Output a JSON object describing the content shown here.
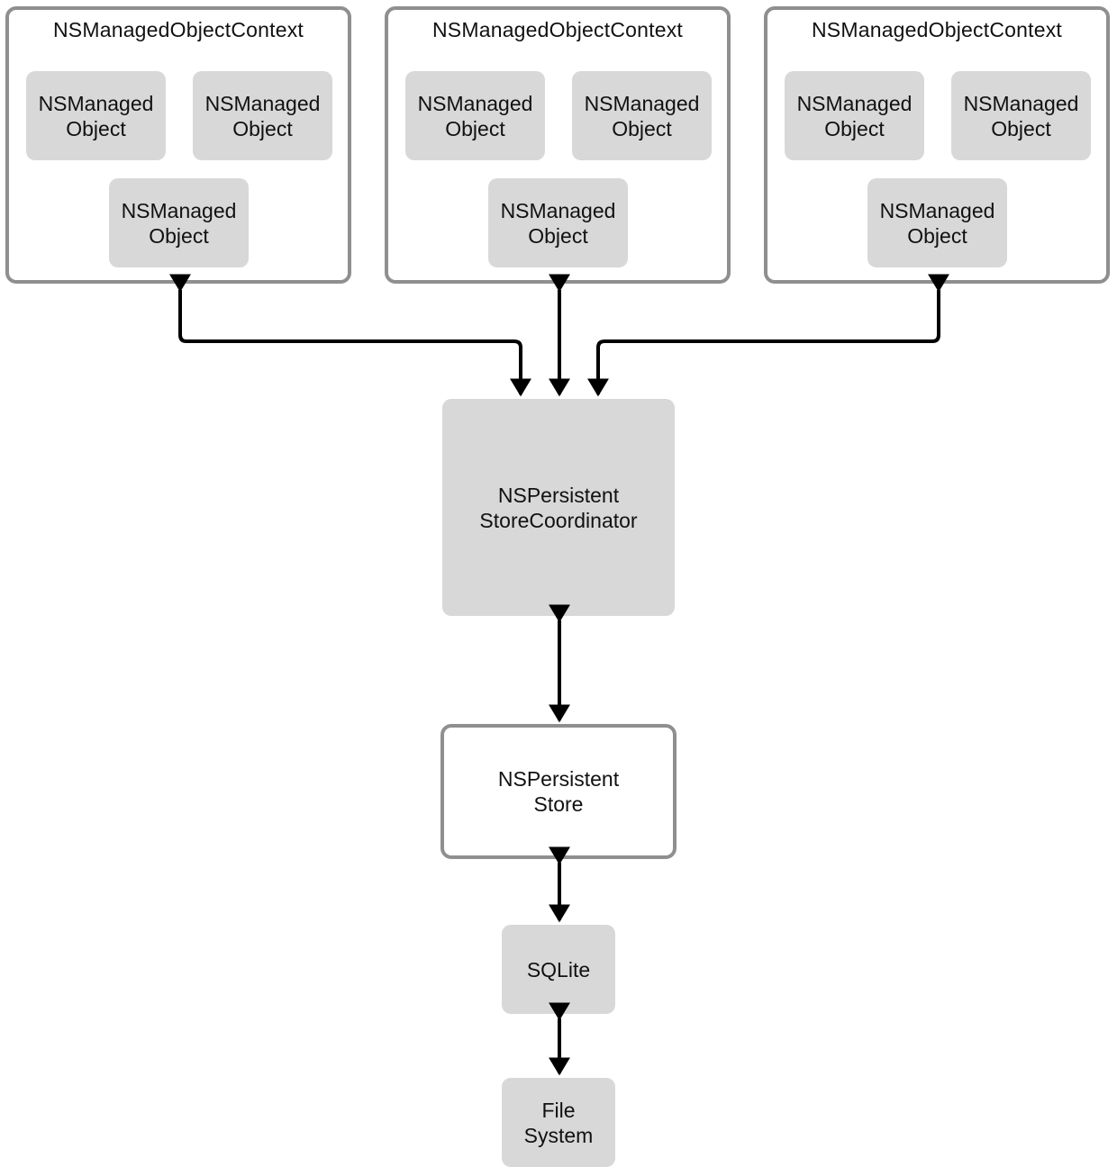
{
  "contexts": [
    {
      "title": "NSManagedObjectContext",
      "objects": [
        "NSManaged\nObject",
        "NSManaged\nObject",
        "NSManaged\nObject"
      ]
    },
    {
      "title": "NSManagedObjectContext",
      "objects": [
        "NSManaged\nObject",
        "NSManaged\nObject",
        "NSManaged\nObject"
      ]
    },
    {
      "title": "NSManagedObjectContext",
      "objects": [
        "NSManaged\nObject",
        "NSManaged\nObject",
        "NSManaged\nObject"
      ]
    }
  ],
  "coordinator": {
    "label": "NSPersistent\nStoreCoordinator"
  },
  "store": {
    "label": "NSPersistent\nStore"
  },
  "sqlite": {
    "label": "SQLite"
  },
  "filesystem": {
    "label": "File\nSystem"
  },
  "colors": {
    "box_fill": "#d8d8d8",
    "container_border": "#8f8f8f",
    "arrow": "#000000"
  }
}
